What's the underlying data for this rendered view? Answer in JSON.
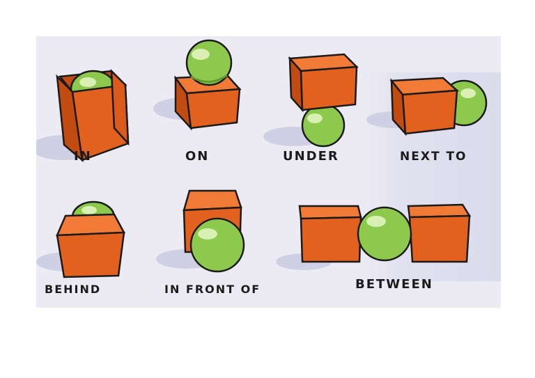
{
  "labels": {
    "in": "IN",
    "on": "ON",
    "under": "UNDER",
    "next_to": "NEXT TO",
    "behind": "BEHIND",
    "in_front_of": "IN FRONT OF",
    "between": "BETWEEN"
  },
  "colors": {
    "box_front": "#e2611e",
    "box_top": "#f07a36",
    "box_side": "#c24b12",
    "ball": "#8cc94d",
    "ball_dark": "#5e9a2f",
    "ball_highlight": "#d9f0b5",
    "shadow": "#cfd0e3",
    "outline": "#1a1a1a",
    "background": "#ecebf3"
  }
}
